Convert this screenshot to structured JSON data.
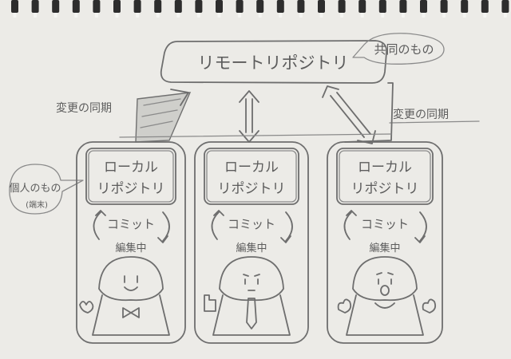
{
  "remote": {
    "label": "リモートリポジトリ",
    "shared_note": "共同のもの"
  },
  "sync": {
    "left_label": "変更の同期",
    "right_label": "変更の同期"
  },
  "personal_note": {
    "label": "個人のもの",
    "sub": "(端末)"
  },
  "workspaces": [
    {
      "repo_line1": "ローカル",
      "repo_line2": "リポジトリ",
      "commit": "コミット",
      "editing": "編集中"
    },
    {
      "repo_line1": "ローカル",
      "repo_line2": "リポジトリ",
      "commit": "コミット",
      "editing": "編集中"
    },
    {
      "repo_line1": "ローカル",
      "repo_line2": "リポジトリ",
      "commit": "コミット",
      "editing": "編集中"
    }
  ],
  "colors": {
    "paper": "#ecebe7",
    "pencil": "#6e6e6e",
    "rings": "#2d2d2d"
  }
}
